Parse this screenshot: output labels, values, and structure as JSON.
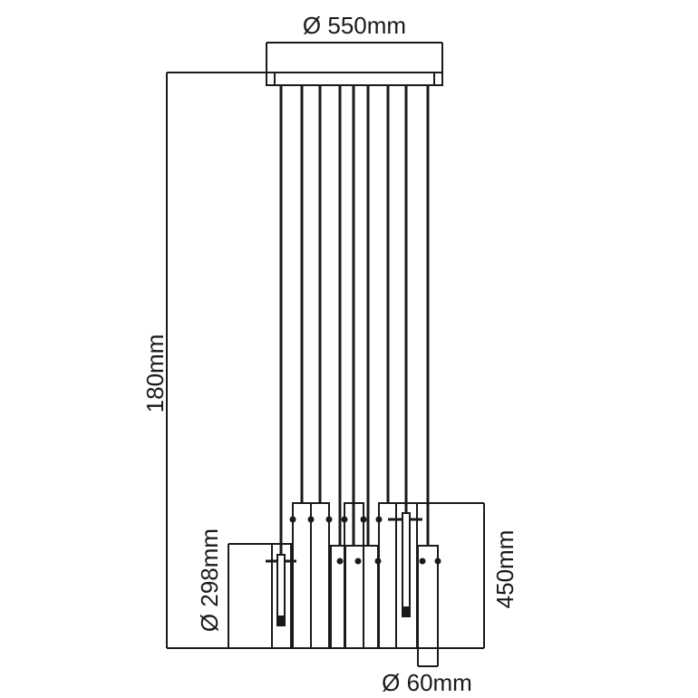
{
  "drawing": {
    "title": "Pendant lamp dimension drawing",
    "line_color": "#1a1a1a",
    "background": "#ffffff"
  },
  "dimensions": {
    "canopy_diameter": "Ø 550mm",
    "total_height": "180mm",
    "shade_group_diameter": "Ø 298mm",
    "shade_height": "450mm",
    "shade_diameter": "Ø 60mm"
  },
  "components": {
    "canopy": "canopy",
    "cable_count": 9,
    "shade_count": 6
  }
}
